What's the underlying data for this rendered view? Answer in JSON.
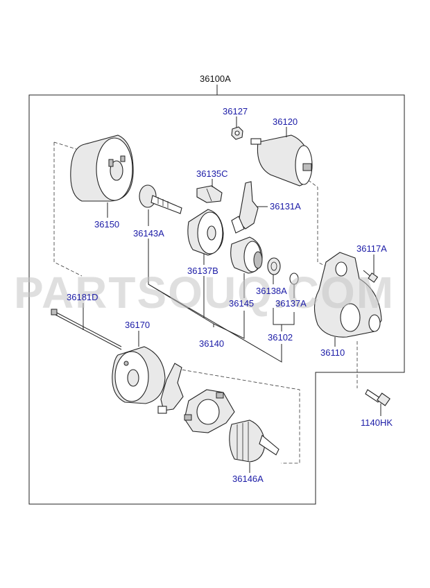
{
  "watermark": "PARTSOUQ.COM",
  "assembly_label": "36100A",
  "labels": {
    "p36127": "36127",
    "p36120": "36120",
    "p36150": "36150",
    "p36135c": "36135C",
    "p36131a": "36131A",
    "p36143a": "36143A",
    "p36137b": "36137B",
    "p36117a": "36117A",
    "p36181d": "36181D",
    "p36138a": "36138A",
    "p36145": "36145",
    "p36137a": "36137A",
    "p36170": "36170",
    "p36140": "36140",
    "p36102": "36102",
    "p36110": "36110",
    "p1140hk": "1140HK",
    "p36146a": "36146A"
  },
  "colors": {
    "label": "#1a1aa6",
    "line": "#222222",
    "watermark": "#c4c4c4"
  }
}
